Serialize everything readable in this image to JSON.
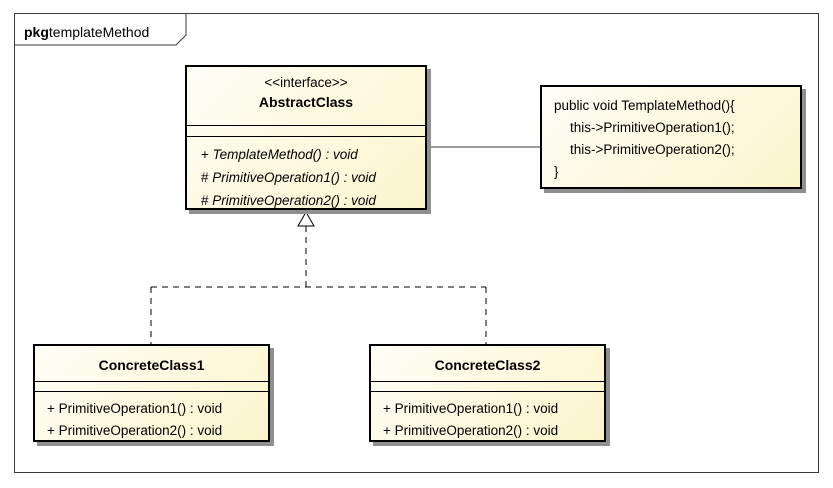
{
  "package": {
    "keyword": "pkg",
    "name": "templateMethod"
  },
  "abstract_class": {
    "stereotype": "<<interface>>",
    "name": "AbstractClass",
    "operations": [
      {
        "visibility": "+",
        "signature": "TemplateMethod() : void"
      },
      {
        "visibility": "#",
        "signature": "PrimitiveOperation1() : void"
      },
      {
        "visibility": "#",
        "signature": "PrimitiveOperation2() : void"
      }
    ]
  },
  "note": {
    "lines": [
      "public void TemplateMethod(){",
      "this->PrimitiveOperation1();",
      "this->PrimitiveOperation2();",
      "}"
    ]
  },
  "concrete_classes": [
    {
      "name": "ConcreteClass1",
      "operations": [
        "+ PrimitiveOperation1() : void",
        "+ PrimitiveOperation2() : void"
      ]
    },
    {
      "name": "ConcreteClass2",
      "operations": [
        "+ PrimitiveOperation1() : void",
        "+ PrimitiveOperation2() : void"
      ]
    }
  ],
  "colors": {
    "fill_light": "#fffef6",
    "fill_dark": "#fbf5cc",
    "shadow": "#8f8f8f",
    "stroke": "#000000"
  }
}
